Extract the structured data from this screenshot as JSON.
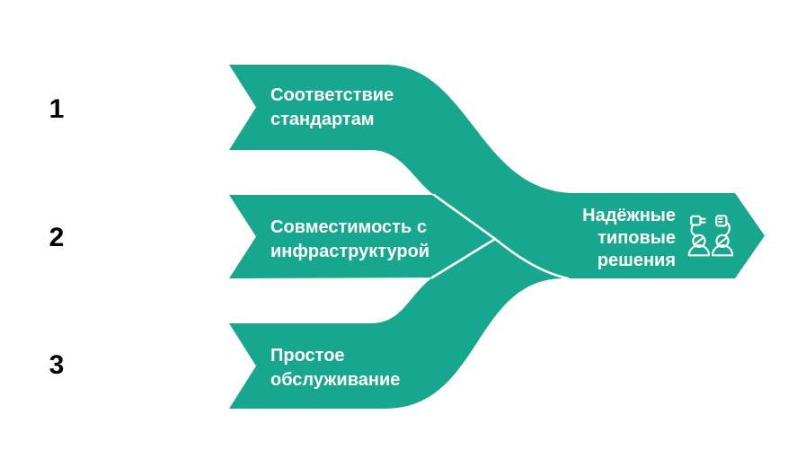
{
  "colors": {
    "accent": "#17A78E",
    "label_text": "#FFFFFF",
    "number_text": "#000000",
    "separator": "#FFFFFF",
    "background": "#FFFFFF"
  },
  "items": [
    {
      "number": "1",
      "label": "Соответствие стандартам"
    },
    {
      "number": "2",
      "label": "Совместимость с инфраструктурой"
    },
    {
      "number": "3",
      "label": "Простое обслуживание"
    }
  ],
  "result": {
    "label": "Надёжные типовые решения",
    "icon": "people-connecting-plug-icon"
  }
}
